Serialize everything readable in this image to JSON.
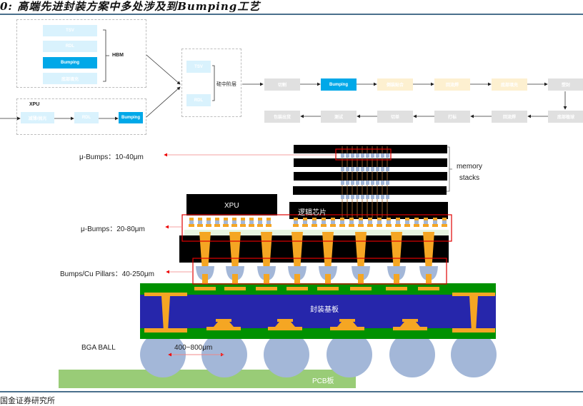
{
  "title": "0: 高端先进封装方案中多处涉及到Bumping工艺",
  "source": "国金证券研究所",
  "flow": {
    "hbm": {
      "label": "HBM",
      "steps": [
        "TSV",
        "RDL",
        "Bumping",
        "底部填充"
      ],
      "highlight_index": 2
    },
    "xpu": {
      "label": "XPU",
      "steps": [
        "减薄/抛光",
        "RDL",
        "Bumping"
      ],
      "highlight_index": 2
    },
    "interposer": {
      "label": "硅中阶层",
      "steps": [
        "TSV",
        "RDL"
      ]
    },
    "row1": [
      "切割",
      "Bumping",
      "倒装贴合",
      "回流焊",
      "底部填充",
      "塑封"
    ],
    "row1_highlight_index": 1,
    "row1_yellow_indices": [
      2,
      3,
      4
    ],
    "row2": [
      "包装出货",
      "测试",
      "切单",
      "打标",
      "回流焊",
      "底部植球"
    ]
  },
  "cross_section": {
    "labels": {
      "ubump_memory": "μ-Bumps：10-40μm",
      "ubump_xpu": "μ-Bumps：20-80μm",
      "bumps_pillars": "Bumps/Cu Pillars：40-250μm",
      "bga": "BGA BALL",
      "bga_pitch": "400~800μm",
      "memory_stacks": "memory stacks",
      "xpu_chip": "XPU",
      "logic_chip": "逻辑芯片",
      "substrate": "封装基板",
      "pcb": "PCB板"
    },
    "colors": {
      "chip": "#000000",
      "copper": "#f5a623",
      "bump": "#a3b7d8",
      "substrate_core": "#2626ab",
      "substrate_layer": "#009100",
      "pcb": "#99cc77",
      "highlight": "#e00000",
      "accent_blue": "#00a8e8"
    }
  }
}
